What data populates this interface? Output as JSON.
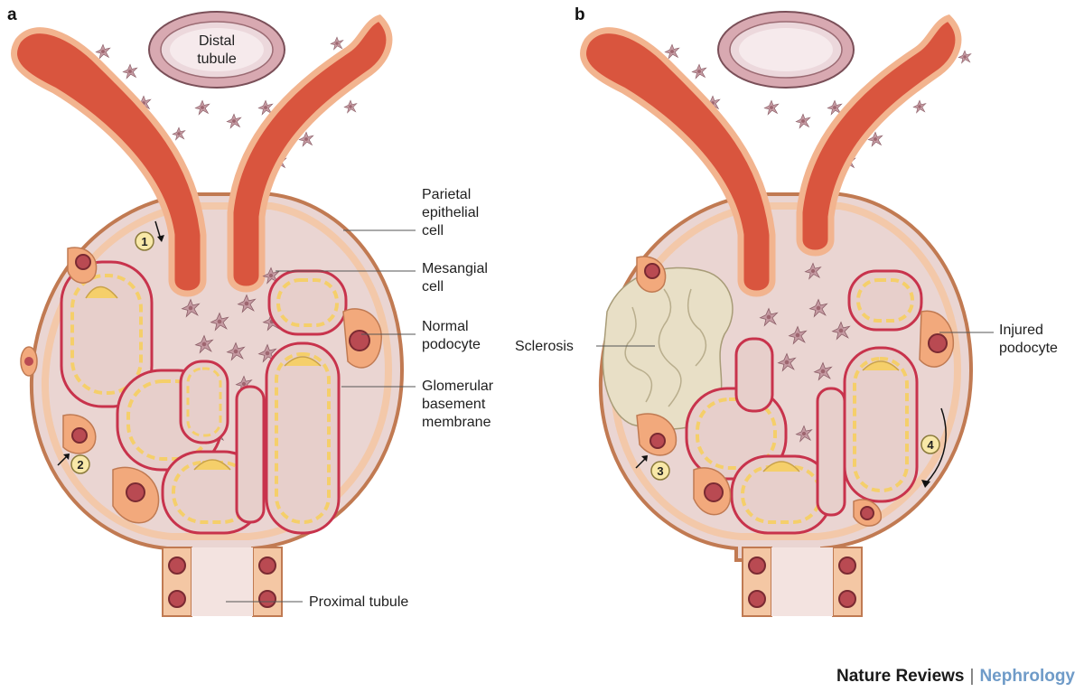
{
  "panels": [
    {
      "letter": "a",
      "labels": {
        "distal_tubule": [
          "Distal",
          "tubule"
        ],
        "parietal_epithelial_cell": [
          "Parietal",
          "epithelial",
          "cell"
        ],
        "mesangial_cell": [
          "Mesangial",
          "cell"
        ],
        "normal_podocyte": [
          "Normal",
          "podocyte"
        ],
        "glomerular_basement_membrane": [
          "Glomerular",
          "basement",
          "membrane"
        ],
        "proximal_tubule": "Proximal tubule"
      },
      "markers": [
        "1",
        "2"
      ]
    },
    {
      "letter": "b",
      "labels": {
        "sclerosis": "Sclerosis",
        "injured_podocyte": [
          "Injured",
          "podocyte"
        ]
      },
      "markers": [
        "3",
        "4"
      ]
    }
  ],
  "footer": {
    "journal": "Nature Reviews",
    "separator": "|",
    "section": "Nephrology"
  },
  "colors": {
    "vessel": "#d9553e",
    "vessel_wall": "#f2b48f",
    "capsule_fill": "#ead5d2",
    "capsule_wall": "#f4c7a4",
    "mesangial": "#c59aa2",
    "podocyte": "#f2a97c",
    "nucleus": "#b94a52",
    "gbm": "#c8334c",
    "endothelium": "#f5cf6a",
    "tubule": "#e6c4ca",
    "sclerosis": "#e8dfc6",
    "marker": "#f8e8a8"
  }
}
